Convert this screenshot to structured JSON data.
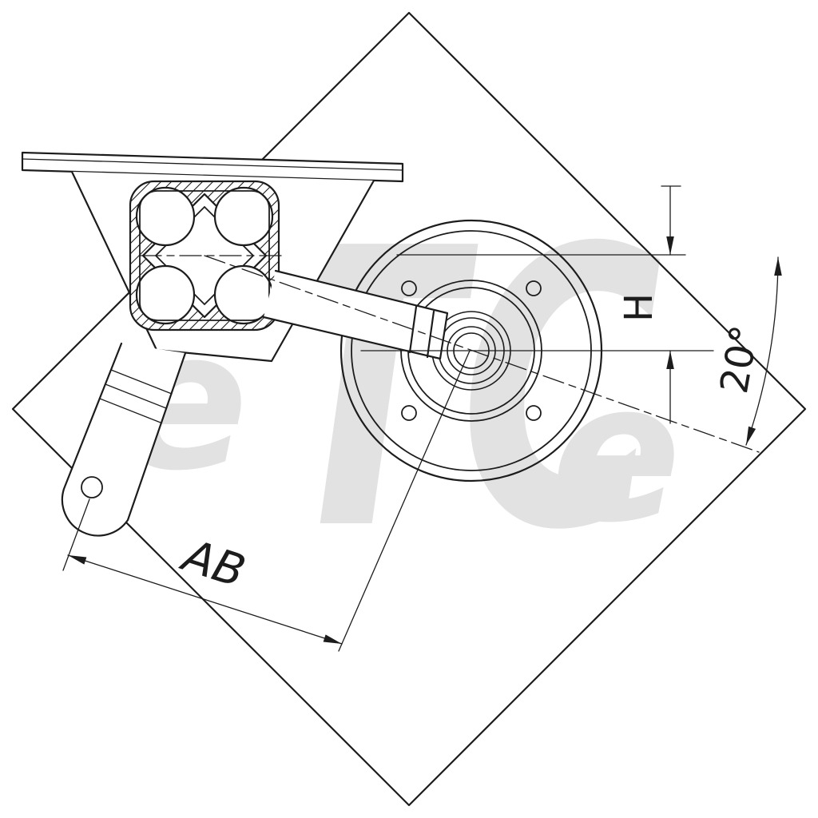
{
  "drawing": {
    "background": "#ffffff",
    "line_color": "#1c1c1c",
    "watermark": {
      "left_letter": "e",
      "main_text": "TC",
      "right_letter": "e",
      "color": "#e2e2e2"
    },
    "labels": {
      "ab": "AB",
      "h": "H",
      "angle": "20°"
    }
  }
}
